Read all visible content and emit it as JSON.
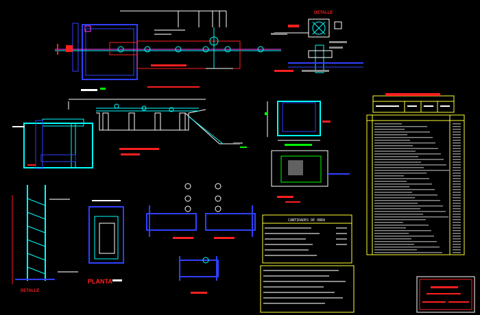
{
  "labels": {
    "detalle_top": "DETALLE",
    "planta_main": "PLANTA",
    "detalle_left": "DETALLE",
    "cantidades_title": "CANTIDADES DE OBRA"
  },
  "colors": {
    "background": "#000000",
    "cyan": "#00ffff",
    "blue": "#3040ff",
    "red": "#ff2020",
    "green": "#00ff00",
    "white": "#ffffff",
    "yellow": "#ffff33",
    "magenta": "#ff40ff",
    "grey": "#8a8a8a"
  }
}
